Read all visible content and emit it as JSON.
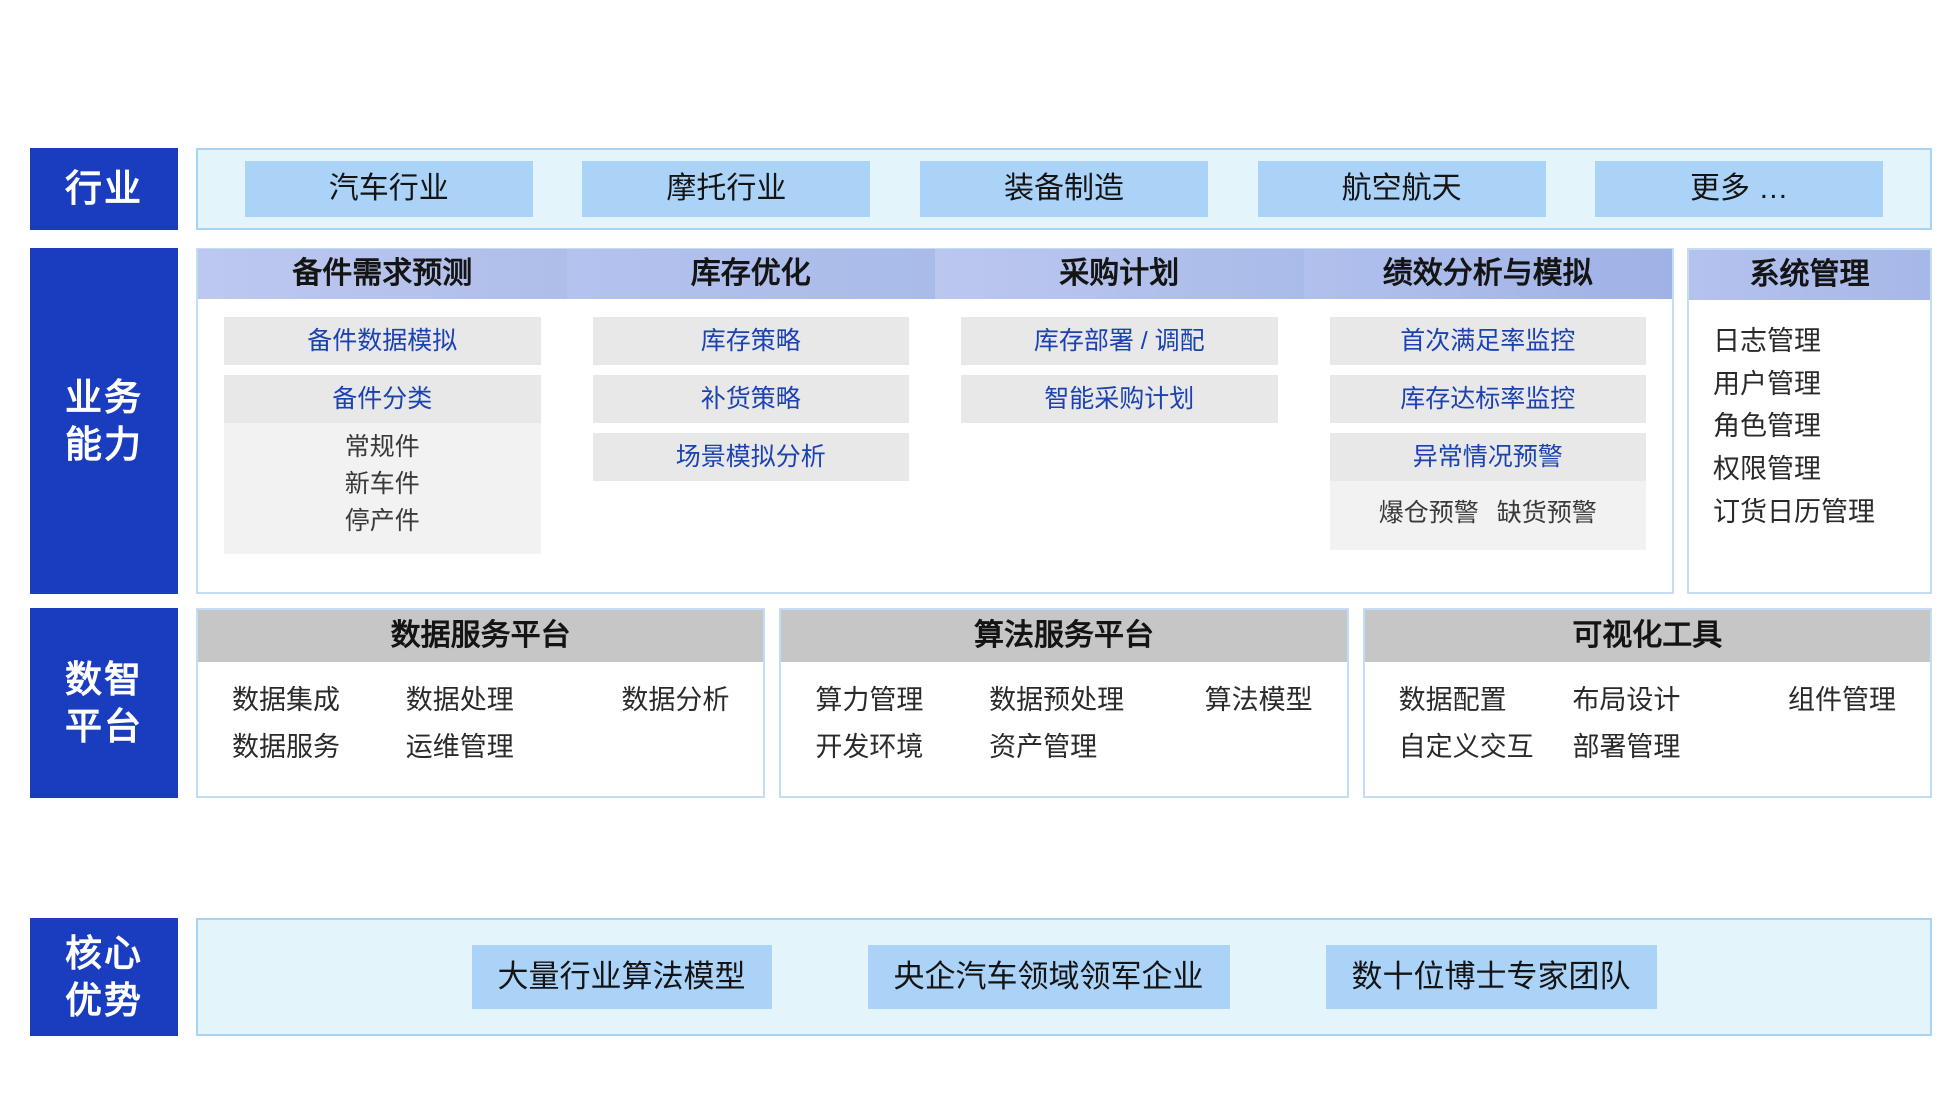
{
  "rows": {
    "industry": {
      "label_lines": [
        "行业"
      ],
      "chips": [
        "汽车行业",
        "摩托行业",
        "装备制造",
        "航空航天",
        "更多 …"
      ]
    },
    "business": {
      "label_lines": [
        "业务",
        "能力"
      ],
      "columns": [
        {
          "title": "备件需求预测",
          "items": [
            "备件数据模拟",
            "备件分类"
          ],
          "sublist": [
            "常规件",
            "新车件",
            "停产件"
          ],
          "sublist_inline": false
        },
        {
          "title": "库存优化",
          "items": [
            "库存策略",
            "补货策略",
            "场景模拟分析"
          ],
          "sublist": [],
          "sublist_inline": false
        },
        {
          "title": "采购计划",
          "items": [
            "库存部署 / 调配",
            "智能采购计划"
          ],
          "sublist": [],
          "sublist_inline": false
        },
        {
          "title": "绩效分析与模拟",
          "items": [
            "首次满足率监控",
            "库存达标率监控",
            "异常情况预警"
          ],
          "sublist": [
            "爆仓预警",
            "缺货预警"
          ],
          "sublist_inline": true
        }
      ],
      "side": {
        "title": "系统管理",
        "items": [
          "日志管理",
          "用户管理",
          "角色管理",
          "权限管理",
          "订货日历管理"
        ]
      }
    },
    "platform": {
      "label_lines": [
        "数智",
        "平台"
      ],
      "cards": [
        {
          "title": "数据服务平台",
          "lines": [
            [
              "数据集成",
              "数据处理",
              "数据分析"
            ],
            [
              "数据服务",
              "运维管理",
              ""
            ]
          ]
        },
        {
          "title": "算法服务平台",
          "lines": [
            [
              "算力管理",
              "数据预处理",
              "算法模型"
            ],
            [
              "开发环境",
              "资产管理",
              ""
            ]
          ]
        },
        {
          "title": "可视化工具",
          "lines": [
            [
              "数据配置",
              "布局设计",
              "组件管理"
            ],
            [
              "自定义交互",
              "部署管理",
              ""
            ]
          ]
        }
      ]
    },
    "core": {
      "label_lines": [
        "核心",
        "优势"
      ],
      "chips": [
        "大量行业算法模型",
        "央企汽车领域领军企业",
        "数十位博士专家团队"
      ]
    }
  },
  "colors": {
    "label_blue": "#1a3cbf",
    "chip_blue": "#abd2f7",
    "panel_light": "#e3f4fb",
    "panel_border": "#a8d2f0",
    "header_gradient_start": "#bdc8f0",
    "header_gradient_end": "#a6b8e8",
    "capability_bg": "#e8e8e8",
    "capability_text": "#1b42b0",
    "platform_header_bg": "#c6c6c6",
    "card_border": "#c5dcf5"
  }
}
